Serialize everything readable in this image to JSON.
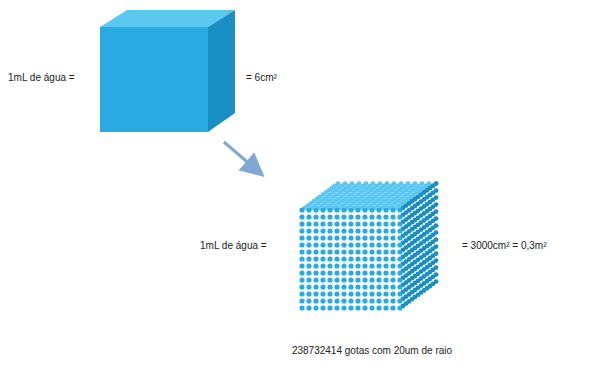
{
  "diagram": {
    "labels": [
      "1mL de água =",
      "= 6cm²",
      "1mL de água =",
      "= 3000cm² = 0,3m²",
      "238732414 gotas com 20um de raio"
    ]
  }
}
